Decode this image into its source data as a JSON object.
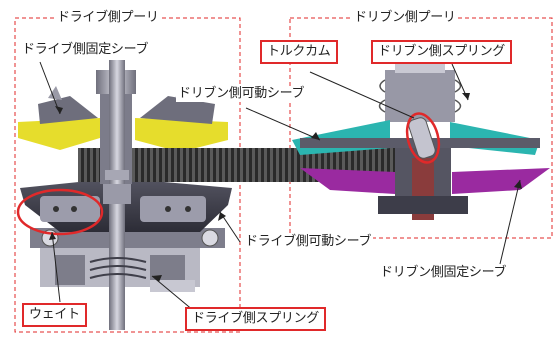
{
  "labels": {
    "drive_pulley": "ドライブ側プーリ",
    "driven_pulley": "ドリブン側プーリ",
    "drive_fixed_sheave": "ドライブ側固定シーブ",
    "torque_cam": "トルクカム",
    "driven_spring": "ドリブン側スプリング",
    "driven_movable_sheave": "ドリブン側可動シーブ",
    "drive_movable_sheave": "ドライブ側可動シーブ",
    "driven_fixed_sheave": "ドリブン側固定シーブ",
    "weight": "ウェイト",
    "drive_spring": "ドライブ側スプリング"
  },
  "colors": {
    "callout_red": "#e0292a",
    "drive_fixed_sheave": "#e6dd2c",
    "driven_movable_sheave": "#2bb5b0",
    "driven_fixed_sheave": "#9a2aa0",
    "belt": "#333333",
    "metal": "#8c8c9a"
  }
}
